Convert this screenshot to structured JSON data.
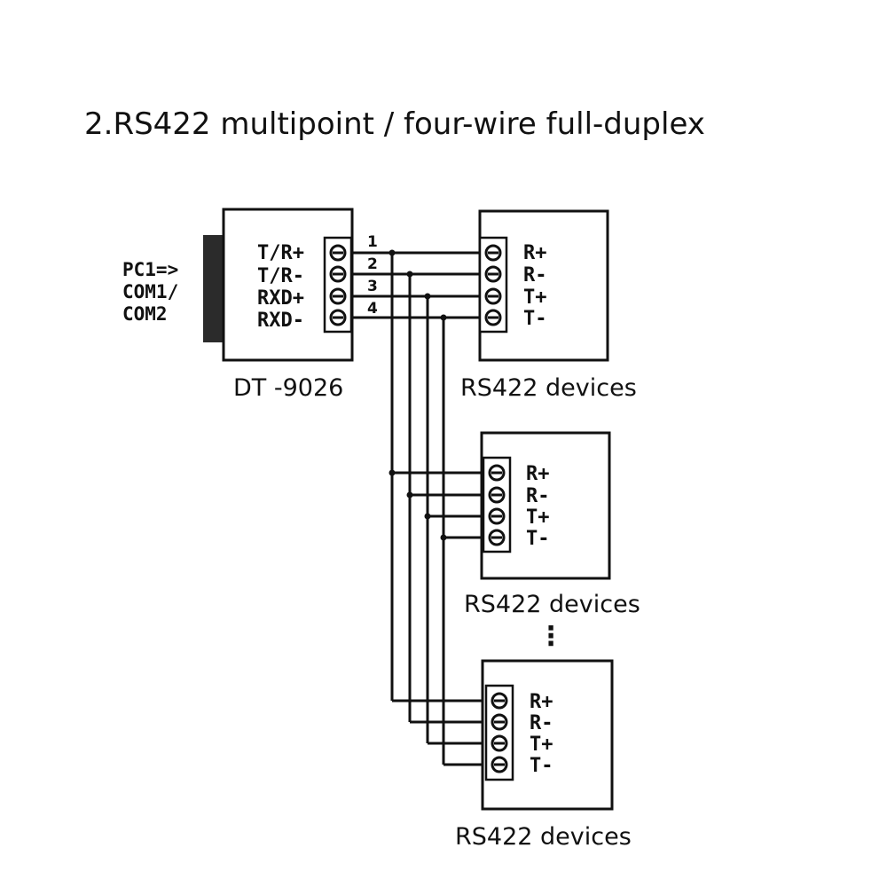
{
  "title": "2.RS422 multipoint / four-wire full-duplex",
  "converter": {
    "label": "DT -9026",
    "pins": [
      "T/R+",
      "T/R-",
      "RXD+",
      "RXD-"
    ],
    "wire_numbers": [
      "1",
      "2",
      "3",
      "4"
    ],
    "pc_label": [
      "PC1=>",
      "COM1/",
      "COM2"
    ]
  },
  "devices": [
    {
      "label": "RS422 devices",
      "pins": [
        "R+",
        "R-",
        "T+",
        "T-"
      ]
    },
    {
      "label": "RS422 devices",
      "pins": [
        "R+",
        "R-",
        "T+",
        "T-"
      ]
    },
    {
      "label": "RS422 devices",
      "pins": [
        "R+",
        "R-",
        "T+",
        "T-"
      ]
    }
  ],
  "ellipsis": "⋮"
}
